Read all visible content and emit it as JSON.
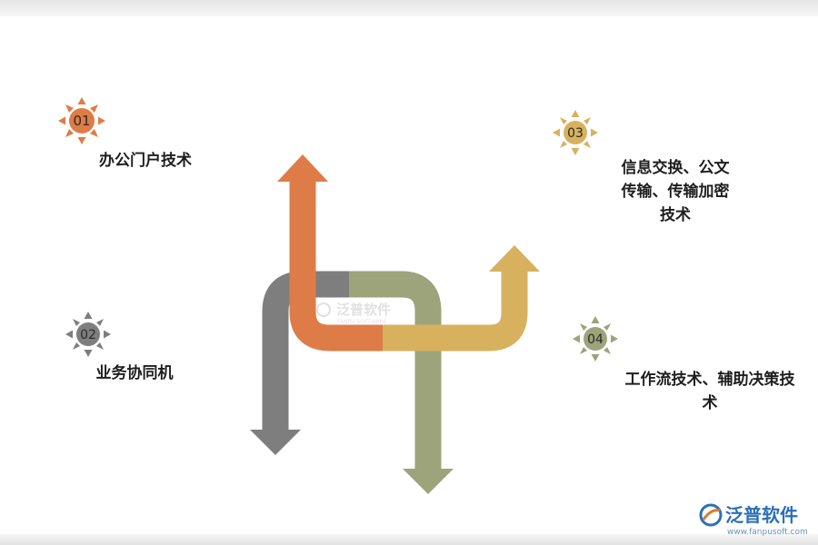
{
  "items": [
    {
      "num": "01",
      "lines": [
        "办公门户技术"
      ],
      "color": "#de7c47"
    },
    {
      "num": "02",
      "lines": [
        "业务协同机"
      ],
      "color": "#7e7e7e"
    },
    {
      "num": "03",
      "lines": [
        "信息交换、公文",
        "传输、传输加密",
        "技术"
      ],
      "color": "#d8b15e"
    },
    {
      "num": "04",
      "lines": [
        "工作流技术、辅助决策技",
        "术"
      ],
      "color": "#9da37b"
    }
  ],
  "watermark": {
    "center_cn": "泛普软件",
    "center_en": "FANPU SOFTWARE",
    "logo_cn": "泛普软件",
    "logo_url": "www.fanpusoft.com"
  },
  "colors": {
    "orange": "#de7c47",
    "gray": "#7e7e7e",
    "gold": "#d8b15e",
    "olive": "#9da37b",
    "brand_blue": "#2c6fb7"
  },
  "icons": [
    "sun-badge-icon",
    "arrow-up-icon",
    "arrow-down-icon",
    "logo-icon"
  ]
}
